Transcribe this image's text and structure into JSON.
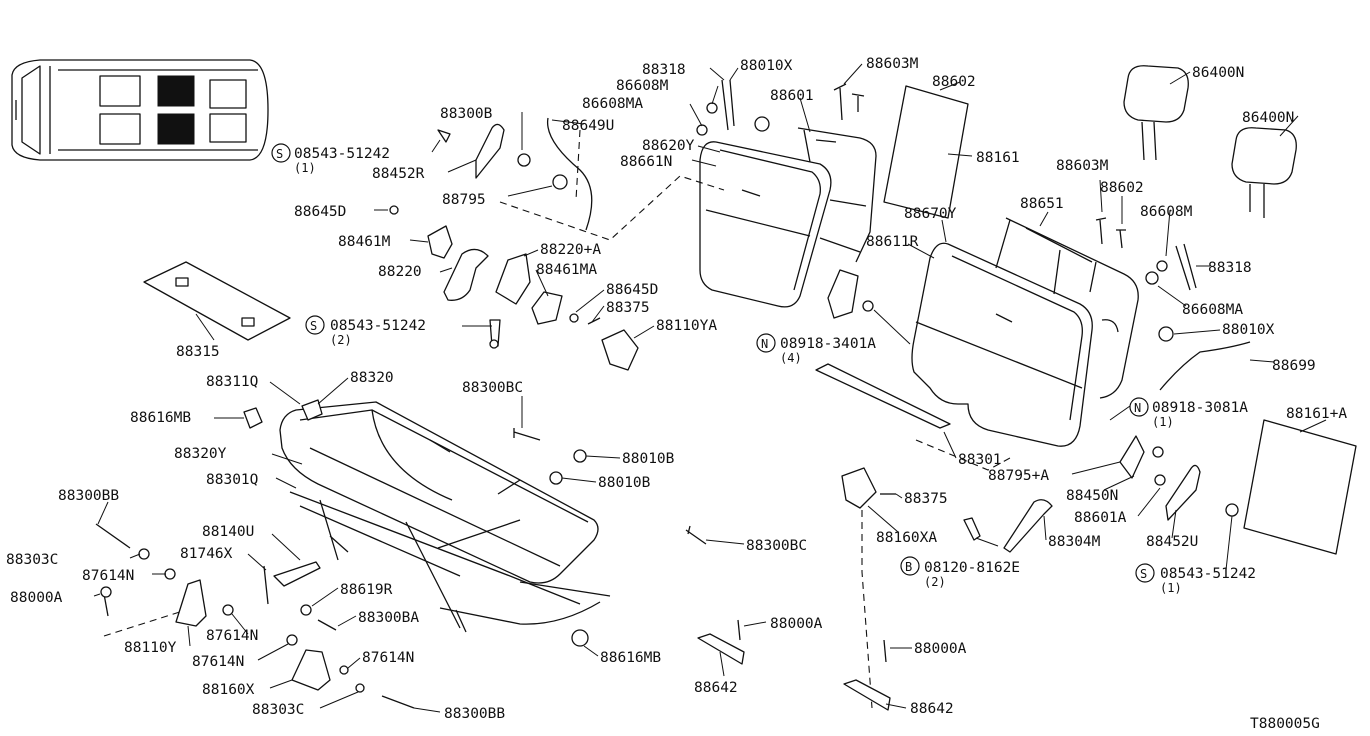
{
  "diagram_id": "T880005G",
  "accent": "#111111",
  "circle_symbols": {
    "s": "S",
    "n": "N",
    "b": "B"
  },
  "labels": {
    "l86400N_a": "86400N",
    "l86400N_b": "86400N",
    "l88318_a": "88318",
    "l88010X_a": "88010X",
    "l88603M_a": "88603M",
    "l88602_a": "88602",
    "l86608M_a": "86608M",
    "l86608MA_a": "86608MA",
    "l88601": "88601",
    "l88300B": "88300B",
    "l88649U": "88649U",
    "l08543_a": "08543-51242",
    "q1_a": "(1)",
    "l88452R": "88452R",
    "l88620Y": "88620Y",
    "l88661N": "88661N",
    "l88161": "88161",
    "l88795": "88795",
    "l88603M_b": "88603M",
    "l88602_b": "88602",
    "l88645D_a": "88645D",
    "l88670Y": "88670Y",
    "l88651": "88651",
    "l86608M_b": "86608M",
    "l88461M": "88461M",
    "l88611R": "88611R",
    "l88220A": "88220+A",
    "l88220": "88220",
    "l88461MA": "88461MA",
    "l88318_b": "88318",
    "l88645D_b": "88645D",
    "l88375_a": "88375",
    "l86608MA_b": "86608MA",
    "l88315": "88315",
    "l08543_b": "08543-51242",
    "q2_a": "(2)",
    "l88110YA": "88110YA",
    "l88010X_b": "88010X",
    "l08918_a": "08918-3401A",
    "q4": "(4)",
    "l88699": "88699",
    "l88311Q": "88311Q",
    "l88320": "88320",
    "l88300BC_a": "88300BC",
    "l08918_b": "08918-3081A",
    "q1_b": "(1)",
    "l88161A": "88161+A",
    "l88616MB_a": "88616MB",
    "l88320Y": "88320Y",
    "l88010B_a": "88010B",
    "l88301": "88301",
    "l88301Q": "88301Q",
    "l88010B_b": "88010B",
    "l88795A": "88795+A",
    "l88450N": "88450N",
    "l88375_b": "88375",
    "l88300BB_a": "88300BB",
    "l88601A": "88601A",
    "l88140U": "88140U",
    "l88160XA": "88160XA",
    "l88452U": "88452U",
    "l88303C_a": "88303C",
    "l81746X": "81746X",
    "l88300BC_b": "88300BC",
    "l88304M": "88304M",
    "l87614N_a": "87614N",
    "l08120": "08120-8162E",
    "q2_b": "(2)",
    "l08543_c": "08543-51242",
    "q1_c": "(1)",
    "l88000A_a": "88000A",
    "l88619R": "88619R",
    "l88300BA": "88300BA",
    "l88000A_b": "88000A",
    "l87614N_b": "87614N",
    "l88110Y": "88110Y",
    "l88000A_c": "88000A",
    "l87614N_c": "87614N",
    "l87614N_d": "87614N",
    "l88616MB_b": "88616MB",
    "l88642_a": "88642",
    "l88160X": "88160X",
    "l88303C_b": "88303C",
    "l88300BB_b": "88300BB",
    "l88642_b": "88642"
  }
}
